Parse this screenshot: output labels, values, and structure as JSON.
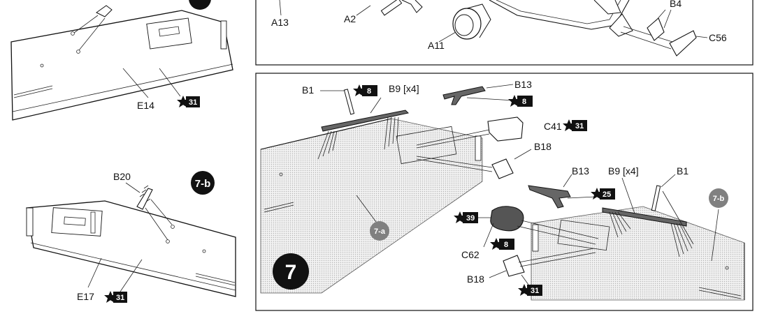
{
  "left_top": {
    "part_label": "E14",
    "badge": "31"
  },
  "left_bottom": {
    "step_label": "7-b",
    "part_b20": "B20",
    "part_e17": "E17",
    "badge": "31"
  },
  "top_right": {
    "labels": {
      "a13": "A13",
      "a2": "A2",
      "a11": "A11",
      "b4": "B4",
      "c56": "C56"
    }
  },
  "main": {
    "step_number": "7",
    "sub_a": "7-a",
    "sub_b": "7-b",
    "labels": {
      "b1_left": "B1",
      "b9_left": "B9 [x4]",
      "b13_left": "B13",
      "c41": "C41",
      "b18_top": "B18",
      "b13_right": "B13",
      "b9_right": "B9 [x4]",
      "b1_right": "B1",
      "c62": "C62",
      "b18_bottom": "B18"
    },
    "badges": {
      "b1_left": "8",
      "b13_left": "8",
      "c41": "31",
      "b13_right": "25",
      "c62_left": "39",
      "c62_below": "8",
      "b18_bottom": "31"
    }
  },
  "colors": {
    "ink": "#111111",
    "panel_fill": "#e6e6e6",
    "grey_circle": "#808080",
    "black_circle": "#111111"
  }
}
